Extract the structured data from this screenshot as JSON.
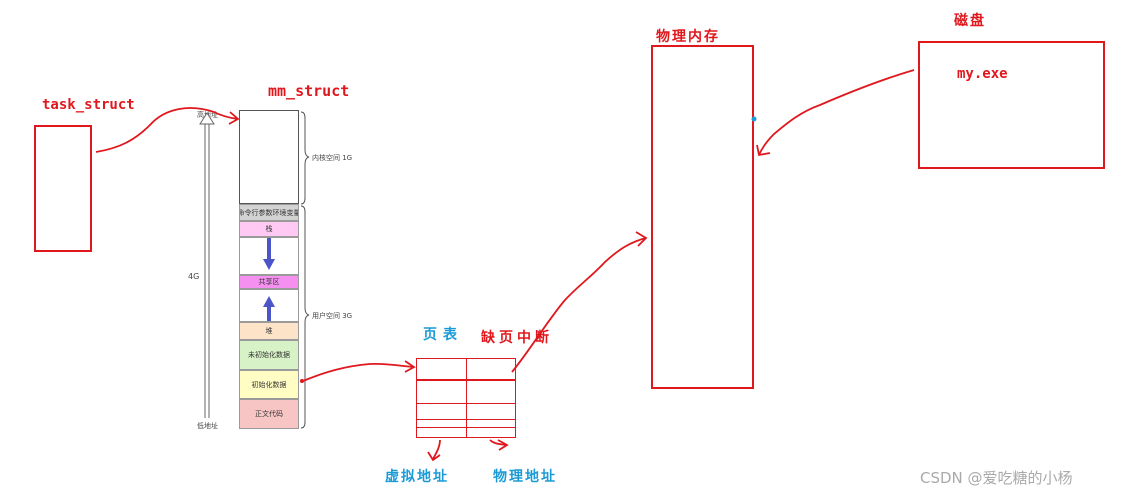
{
  "labels": {
    "task_struct": "task_struct",
    "mm_struct": "mm_struct",
    "physical_memory": "物理内存",
    "disk": "磁盘",
    "my_exe": "my.exe",
    "page_table": "页表",
    "page_fault": "缺页中断",
    "virtual_address": "虚拟地址",
    "physical_address": "物理地址",
    "watermark": "CSDN @爱吃糖的小杨"
  },
  "memory_layout": {
    "high_address": "高地址",
    "low_address": "低地址",
    "total": "4G",
    "kernel_space": "内核空间 1G",
    "user_space": "用户空间 3G",
    "segments": {
      "args_env": "命令行参数环境变量",
      "stack": "栈",
      "shared": "共享区",
      "heap": "堆",
      "bss": "未初始化数据",
      "data": "初始化数据",
      "text": "正文代码"
    }
  },
  "colors": {
    "red": "#e0181d",
    "blue": "#1a9bd7",
    "arrow_blue": "#4b55c8",
    "stack_fill": "#ffc9f4",
    "shared_fill": "#f58ff0",
    "heap_fill": "#fde3c8",
    "bss_fill": "#d7f2c6",
    "data_fill": "#fffcc4",
    "text_fill": "#f8c5c5",
    "args_fill": "#d3d3d3"
  }
}
